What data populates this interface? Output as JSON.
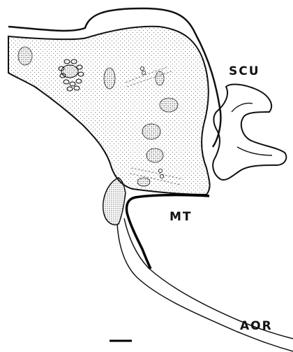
{
  "labels": {
    "scu": "SCU",
    "mt": "MT",
    "aor": "AOR"
  },
  "colors": {
    "ink": "#111111",
    "stipple": "#555555",
    "background": "#ffffff"
  }
}
